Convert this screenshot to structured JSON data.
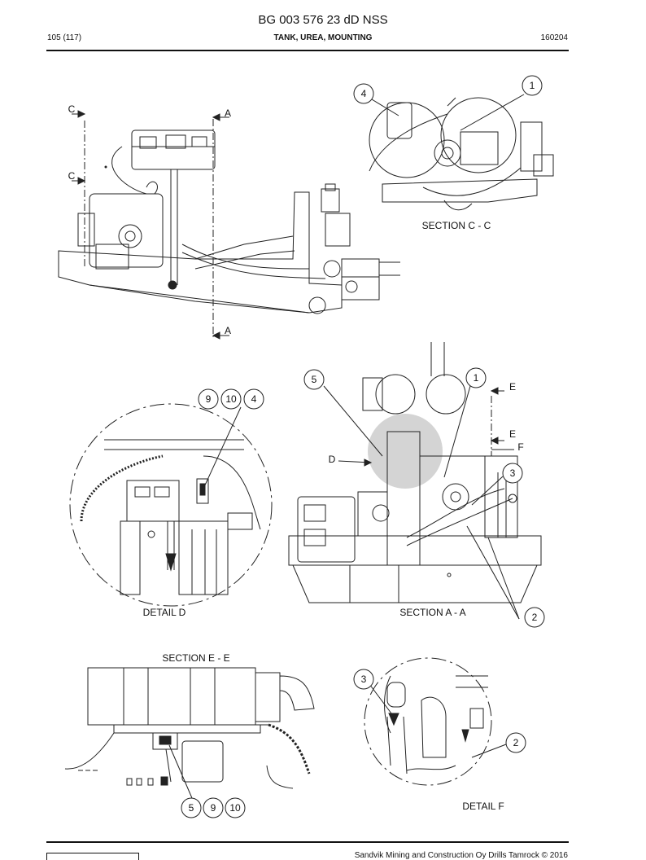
{
  "header": {
    "title": "BG 003 576 23 dD NSS",
    "page": "105 (117)",
    "subtitle": "TANK, UREA, MOUNTING",
    "date": "160204"
  },
  "views": {
    "section_cc": "SECTION C - C",
    "section_aa": "SECTION A - A",
    "detail_d": "DETAIL D",
    "section_ee": "SECTION E - E",
    "detail_f": "DETAIL F"
  },
  "markers": {
    "c": "C",
    "a": "A",
    "d": "D",
    "e": "E",
    "f": "F"
  },
  "callouts": {
    "n1": "1",
    "n2": "2",
    "n3": "3",
    "n4": "4",
    "n5": "5",
    "n9": "9",
    "n10": "10"
  },
  "footer": {
    "copyright": "Sandvik Mining and Construction Oy Drills Tamrock © 2016"
  }
}
